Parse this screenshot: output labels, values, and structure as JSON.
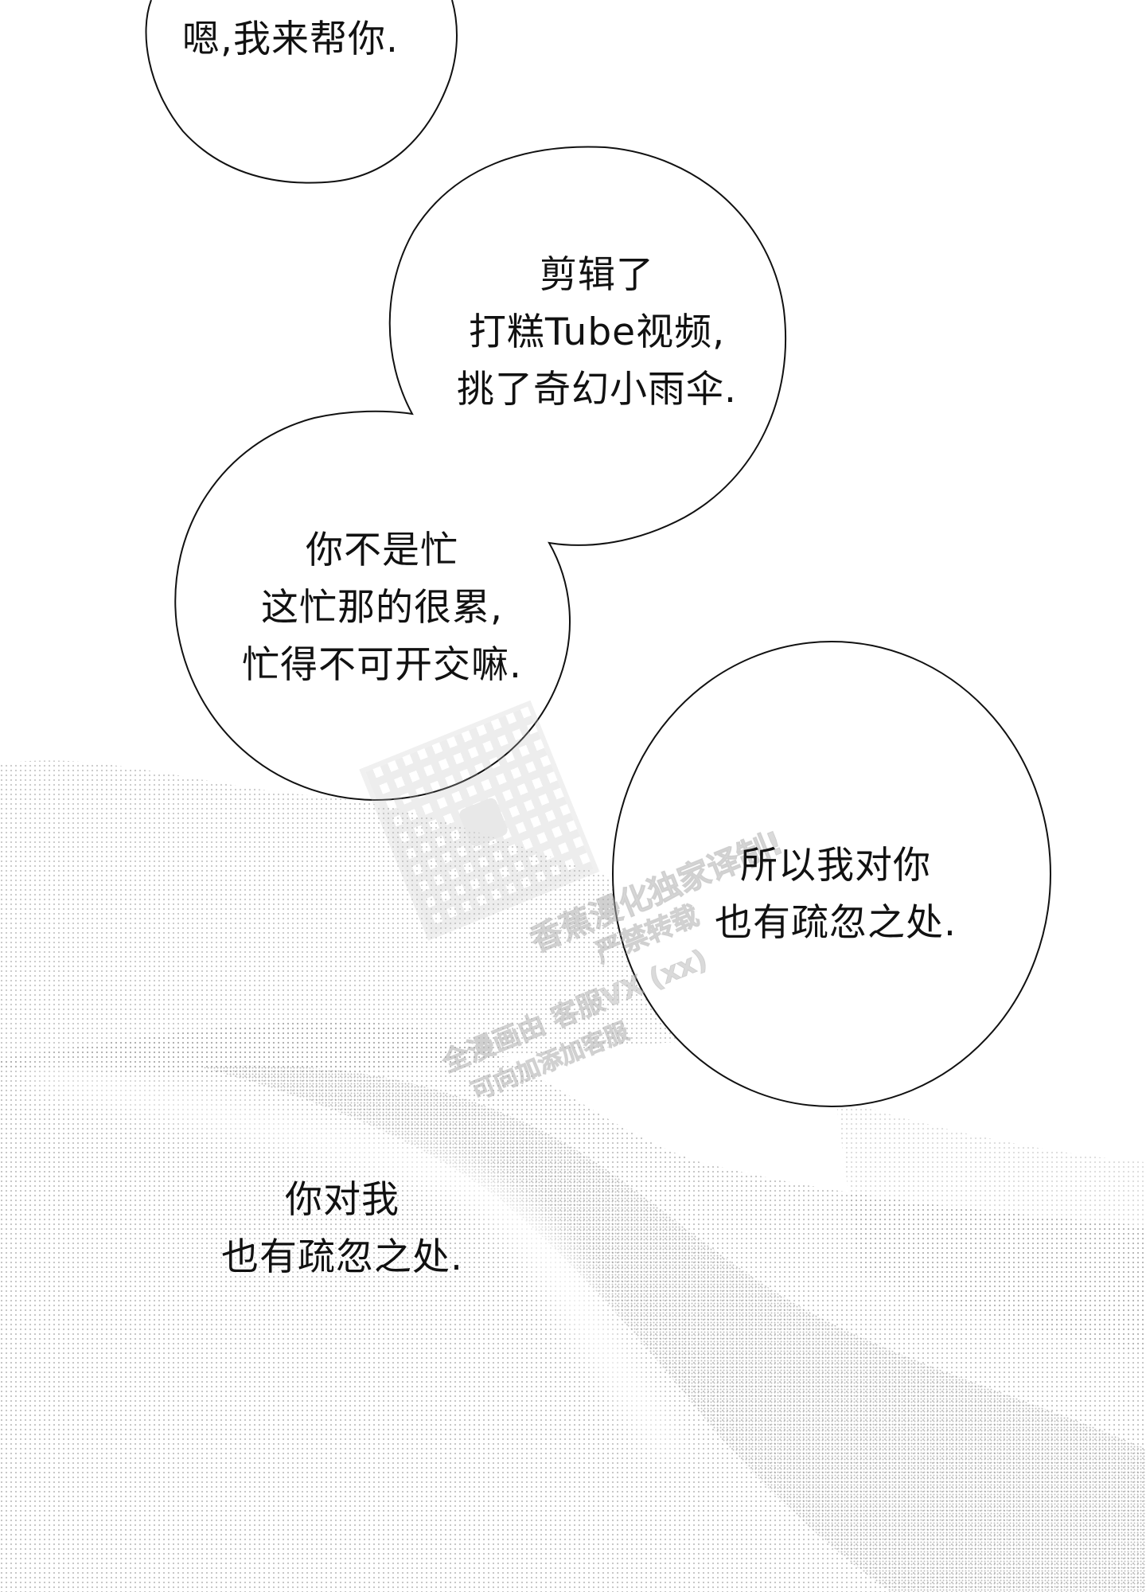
{
  "panel": {
    "bubbles": [
      {
        "id": "bubble-1",
        "lines": [
          "嗯,我来帮你."
        ]
      },
      {
        "id": "bubble-2",
        "lines": [
          "剪辑了",
          "打糕Tube视频,",
          "挑了奇幻小雨伞."
        ]
      },
      {
        "id": "bubble-3",
        "lines": [
          "你不是忙",
          "这忙那的很累,",
          "忙得不可开交嘛."
        ]
      },
      {
        "id": "bubble-4",
        "lines": [
          "所以我对你",
          "也有疏忽之处."
        ]
      }
    ],
    "caption": {
      "lines": [
        "你对我",
        "也有疏忽之处."
      ]
    }
  },
  "watermark": {
    "lines": [
      "香蕉漫化独家译制!",
      "严禁转载",
      "全漫画由 客服VX (xx)",
      "可向加添加客服"
    ]
  },
  "colors": {
    "ink": "#111111",
    "bubble_fill": "#ffffff",
    "screentone": "#9a9a9a"
  }
}
